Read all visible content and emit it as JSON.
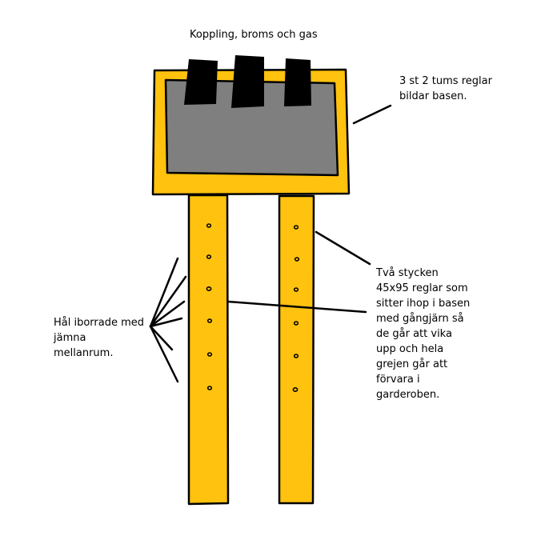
{
  "labels": {
    "pedals": "Koppling, broms och gas",
    "base": [
      "3 st 2 tums reglar",
      "bildar basen."
    ],
    "holes": [
      "Hål iborrade med",
      "jämna",
      "mellanrum."
    ],
    "legs": [
      "Två stycken",
      "45x95 reglar som",
      "sitter ihop i basen",
      "med gångjärn så",
      "de går att vika",
      "upp och hela",
      "grejen går att",
      "förvara i",
      "garderoben."
    ]
  },
  "colors": {
    "wood": "#ffc20e",
    "base_plate": "#7f7f7f",
    "pedal": "#000000",
    "outline": "#000000",
    "background": "#ffffff"
  },
  "drill_holes_per_leg": 6,
  "pedal_count": 3,
  "leg_count": 2
}
